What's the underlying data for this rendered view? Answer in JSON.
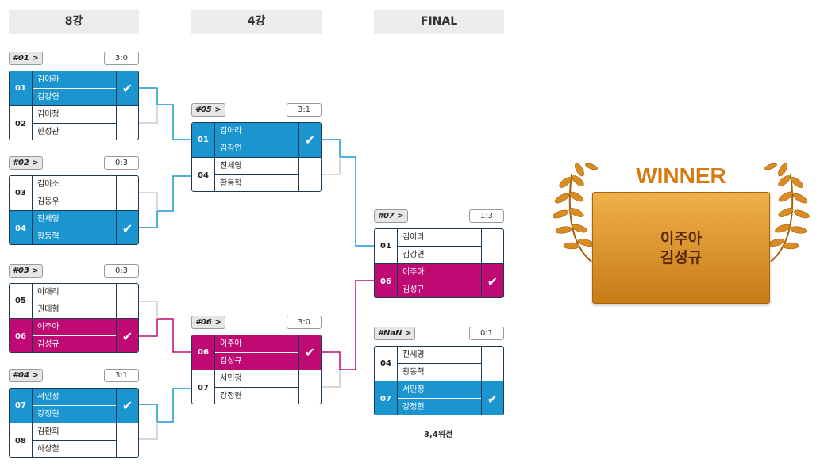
{
  "rounds": [
    "8강",
    "4강",
    "FINAL"
  ],
  "matches": [
    {
      "label": "#01 >",
      "score": "3:0",
      "teams": [
        {
          "seed": "01",
          "names": [
            "김아라",
            "김강연"
          ],
          "winner": true,
          "color": "blue"
        },
        {
          "seed": "02",
          "names": [
            "김미정",
            "한성관"
          ],
          "winner": false
        }
      ]
    },
    {
      "label": "#02 >",
      "score": "0:3",
      "teams": [
        {
          "seed": "03",
          "names": [
            "김미소",
            "김동우"
          ],
          "winner": false
        },
        {
          "seed": "04",
          "names": [
            "진세영",
            "황동혁"
          ],
          "winner": true,
          "color": "blue"
        }
      ]
    },
    {
      "label": "#03 >",
      "score": "0:3",
      "teams": [
        {
          "seed": "05",
          "names": [
            "이애리",
            "권태형"
          ],
          "winner": false
        },
        {
          "seed": "06",
          "names": [
            "이주아",
            "김성규"
          ],
          "winner": true,
          "color": "magenta"
        }
      ]
    },
    {
      "label": "#04 >",
      "score": "3:1",
      "teams": [
        {
          "seed": "07",
          "names": [
            "서민정",
            "강정현"
          ],
          "winner": true,
          "color": "blue"
        },
        {
          "seed": "08",
          "names": [
            "김환희",
            "하상철"
          ],
          "winner": false
        }
      ]
    },
    {
      "label": "#05 >",
      "score": "3:1",
      "teams": [
        {
          "seed": "01",
          "names": [
            "김아라",
            "김강연"
          ],
          "winner": true,
          "color": "blue"
        },
        {
          "seed": "04",
          "names": [
            "진세영",
            "황동혁"
          ],
          "winner": false
        }
      ]
    },
    {
      "label": "#06 >",
      "score": "3:0",
      "teams": [
        {
          "seed": "06",
          "names": [
            "이주아",
            "김성규"
          ],
          "winner": true,
          "color": "magenta"
        },
        {
          "seed": "07",
          "names": [
            "서민정",
            "강정현"
          ],
          "winner": false
        }
      ]
    },
    {
      "label": "#07 >",
      "score": "1:3",
      "teams": [
        {
          "seed": "01",
          "names": [
            "김아라",
            "김강연"
          ],
          "winner": false
        },
        {
          "seed": "06",
          "names": [
            "이주아",
            "김성규"
          ],
          "winner": true,
          "color": "magenta"
        }
      ]
    },
    {
      "label": "#NaN >",
      "score": "0:1",
      "teams": [
        {
          "seed": "04",
          "names": [
            "진세영",
            "황동혁"
          ],
          "winner": false
        },
        {
          "seed": "07",
          "names": [
            "서민정",
            "강정현"
          ],
          "winner": true,
          "color": "blue"
        }
      ]
    }
  ],
  "third_place_note": "3,4위전",
  "winner": {
    "title": "WINNER",
    "names": [
      "이주아",
      "김성규"
    ]
  },
  "colors": {
    "blue": "#1b95d0",
    "magenta": "#bf0a73",
    "gold": "#d67b12",
    "connector": "#cccccc"
  },
  "icons": {
    "check": "check-icon",
    "laurel": "laurel-wreath-icon"
  }
}
